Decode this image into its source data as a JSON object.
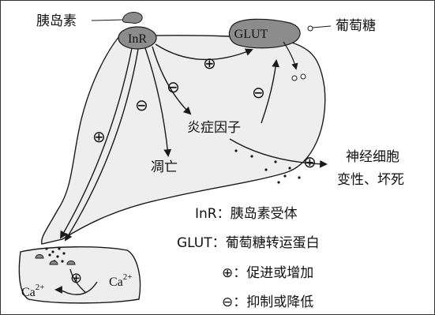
{
  "diagram": {
    "labels": {
      "insulin": "胰岛素",
      "glucose": "葡萄糖",
      "inr": "InR",
      "glut": "GLUT",
      "inflammatory_factor": "炎症因子",
      "apoptosis": "凋亡",
      "neuron_damage_line1": "神经细胞",
      "neuron_damage_line2": "变性、坏死",
      "ca_left": "Ca",
      "ca_left_sup": "2+",
      "ca_right": "Ca",
      "ca_right_sup": "2+"
    },
    "symbols": {
      "plus": "⊕",
      "minus": "⊖"
    },
    "legend": {
      "inr": "InR：胰岛素受体",
      "glut": "GLUT：葡萄糖转运蛋白",
      "plus": "⊕：促进或增加",
      "minus": "⊖：抑制或降低"
    },
    "colors": {
      "cell_fill": "#eeeeee",
      "receptor_fill": "#8c8c8c",
      "stroke": "#1a1a1a"
    }
  }
}
